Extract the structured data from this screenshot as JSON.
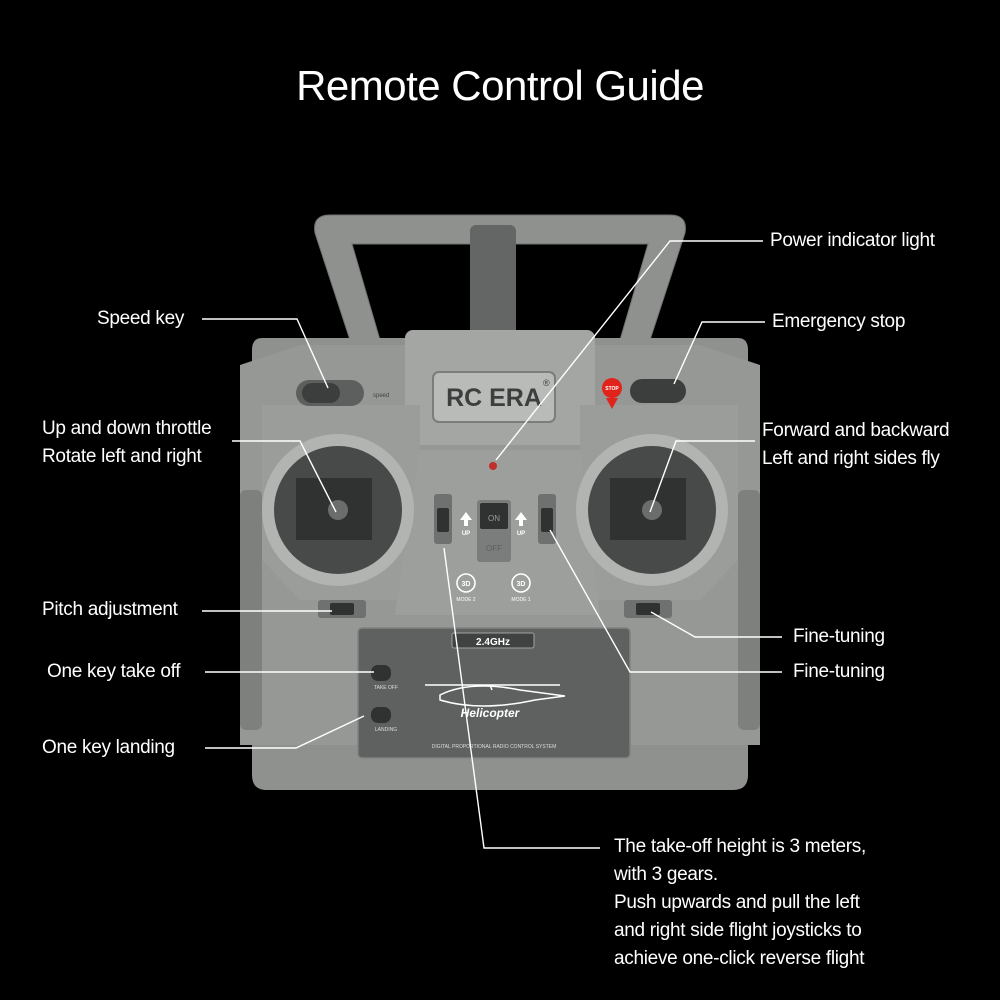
{
  "title": "Remote Control Guide",
  "brand": {
    "logo_text": "RC ERA",
    "registered": "®",
    "band": "2.4GHz",
    "model": "Helicopter",
    "system_text": "DIGITAL PROPORTIONAL RADIO CONTROL SYSTEM"
  },
  "controller_text": {
    "stop": "STOP",
    "on": "ON",
    "off": "OFF",
    "up_left": "UP",
    "up_right": "UP",
    "mode2_badge": "3D",
    "mode2": "MODE 2",
    "mode1_badge": "3D",
    "mode1": "MODE 1",
    "take_off": "TAKE OFF",
    "landing": "LANDING",
    "speed_small": "speed"
  },
  "labels": {
    "speed_key": "Speed key",
    "throttle_1": "Up and down throttle",
    "throttle_2": "Rotate left and right",
    "pitch": "Pitch adjustment",
    "take_off": "One key take off",
    "landing": "One key  landing",
    "power": "Power indicator light",
    "emergency": "Emergency stop",
    "forward_1": "Forward and backward",
    "forward_2": "Left and right sides fly",
    "fine_1": "Fine-tuning",
    "fine_2": "Fine-tuning"
  },
  "note": "The take-off height is 3 meters,\nwith 3 gears.\nPush upwards and pull the left\nand right side flight joysticks to\nachieve one-click reverse flight",
  "colors": {
    "background": "#000000",
    "body": "#8e918e",
    "body_light": "#a3a6a3",
    "panel": "#5e615f",
    "stop": "#e0241c"
  }
}
